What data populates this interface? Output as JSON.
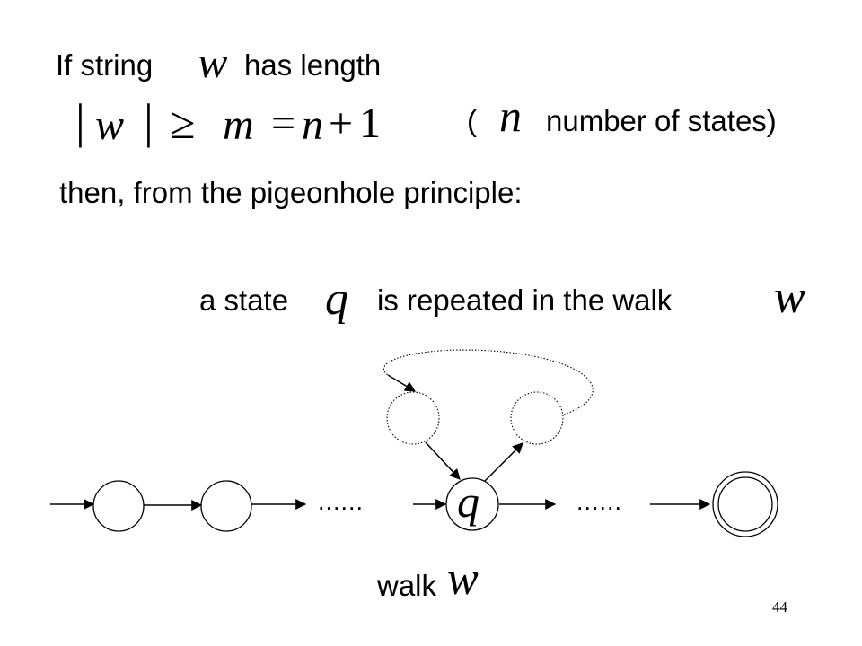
{
  "line1": {
    "prefix": "If string",
    "variable": "w",
    "suffix": "has length"
  },
  "inequality": {
    "bar_left": "|",
    "w": "w",
    "bar_right": "|",
    "geq": "≥",
    "m": "m",
    "eq": "=",
    "n": "n",
    "plus": "+",
    "one": "1"
  },
  "note": {
    "open": "(",
    "variable": "n",
    "text": "number of states)"
  },
  "line3": {
    "text": "then, from the pigeonhole principle:"
  },
  "line4": {
    "prefix": "a state",
    "state_var": "q",
    "middle": "is repeated  in the walk",
    "walk_var": "w"
  },
  "diagram": {
    "dots_left": "......",
    "dots_right": "......",
    "state_label": "q",
    "walk_label": "walk",
    "walk_var": "w"
  },
  "page_number": "44"
}
